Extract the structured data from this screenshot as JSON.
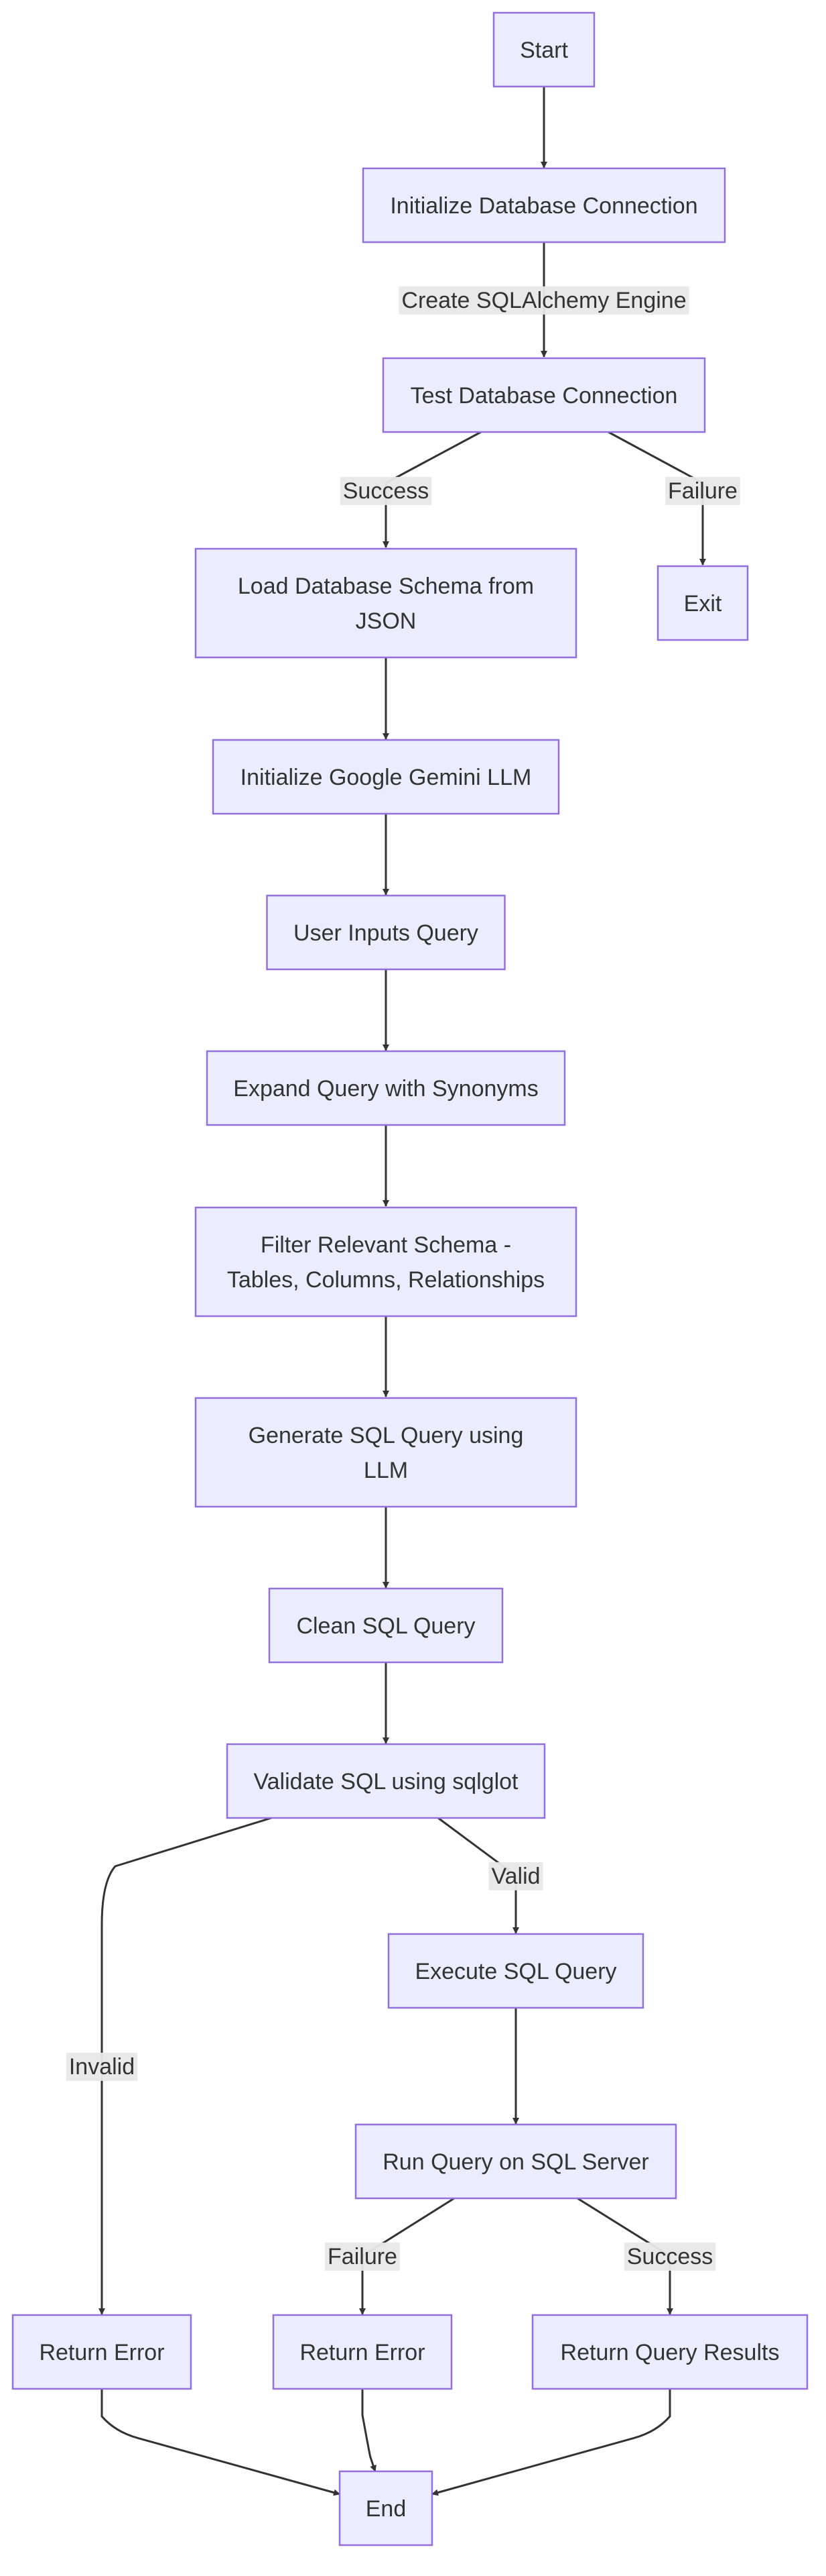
{
  "colors": {
    "node_fill": "#ECECFF",
    "node_border": "#9370DB",
    "text": "#333333",
    "edge": "#333333",
    "edge_label_bg": "#e8e8e8"
  },
  "nodes": {
    "start": {
      "lines": [
        "Start"
      ]
    },
    "init_db": {
      "lines": [
        "Initialize Database Connection"
      ]
    },
    "test_db": {
      "lines": [
        "Test Database Connection"
      ]
    },
    "load_schema": {
      "lines": [
        "Load Database Schema from",
        "JSON"
      ]
    },
    "exit": {
      "lines": [
        "Exit"
      ]
    },
    "init_llm": {
      "lines": [
        "Initialize Google Gemini LLM"
      ]
    },
    "user_query": {
      "lines": [
        "User Inputs Query"
      ]
    },
    "expand_query": {
      "lines": [
        "Expand Query with Synonyms"
      ]
    },
    "filter_schema": {
      "lines": [
        "Filter Relevant Schema -",
        "Tables, Columns, Relationships"
      ]
    },
    "generate_sql": {
      "lines": [
        "Generate SQL Query using",
        "LLM"
      ]
    },
    "clean_sql": {
      "lines": [
        "Clean SQL Query"
      ]
    },
    "validate_sql": {
      "lines": [
        "Validate SQL using sqlglot"
      ]
    },
    "execute_sql": {
      "lines": [
        "Execute SQL Query"
      ]
    },
    "run_query": {
      "lines": [
        "Run Query on SQL Server"
      ]
    },
    "return_error_1": {
      "lines": [
        "Return Error"
      ]
    },
    "return_error_2": {
      "lines": [
        "Return Error"
      ]
    },
    "return_results": {
      "lines": [
        "Return Query Results"
      ]
    },
    "end": {
      "lines": [
        "End"
      ]
    }
  },
  "edges": [
    {
      "from": "start",
      "to": "init_db",
      "label": ""
    },
    {
      "from": "init_db",
      "to": "test_db",
      "label": "Create SQLAlchemy Engine"
    },
    {
      "from": "test_db",
      "to": "load_schema",
      "label": "Success"
    },
    {
      "from": "test_db",
      "to": "exit",
      "label": "Failure"
    },
    {
      "from": "load_schema",
      "to": "init_llm",
      "label": ""
    },
    {
      "from": "init_llm",
      "to": "user_query",
      "label": ""
    },
    {
      "from": "user_query",
      "to": "expand_query",
      "label": ""
    },
    {
      "from": "expand_query",
      "to": "filter_schema",
      "label": ""
    },
    {
      "from": "filter_schema",
      "to": "generate_sql",
      "label": ""
    },
    {
      "from": "generate_sql",
      "to": "clean_sql",
      "label": ""
    },
    {
      "from": "clean_sql",
      "to": "validate_sql",
      "label": ""
    },
    {
      "from": "validate_sql",
      "to": "return_error_1",
      "label": "Invalid"
    },
    {
      "from": "validate_sql",
      "to": "execute_sql",
      "label": "Valid"
    },
    {
      "from": "execute_sql",
      "to": "run_query",
      "label": ""
    },
    {
      "from": "run_query",
      "to": "return_error_2",
      "label": "Failure"
    },
    {
      "from": "run_query",
      "to": "return_results",
      "label": "Success"
    },
    {
      "from": "return_error_1",
      "to": "end",
      "label": ""
    },
    {
      "from": "return_error_2",
      "to": "end",
      "label": ""
    },
    {
      "from": "return_results",
      "to": "end",
      "label": ""
    }
  ]
}
